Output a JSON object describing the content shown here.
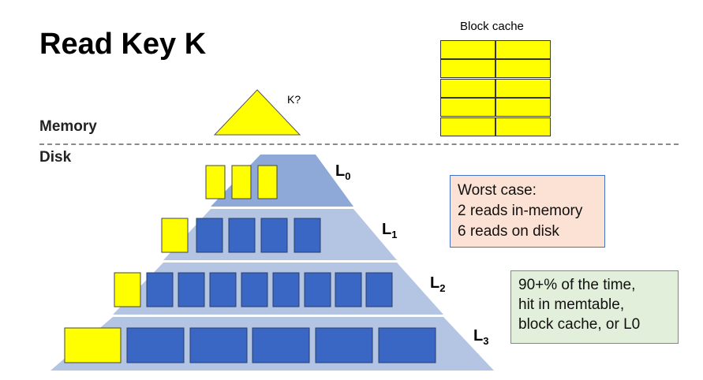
{
  "title": "Read Key K",
  "block_cache": {
    "label": "Block cache",
    "rows": 5,
    "cols": 2
  },
  "memtable": {
    "query_label": "K?"
  },
  "memory_label": "Memory",
  "disk_label": "Disk",
  "levels": [
    {
      "name": "L",
      "sub": "0",
      "yellow_blocks": 3,
      "blue_blocks": 0
    },
    {
      "name": "L",
      "sub": "1",
      "yellow_blocks": 1,
      "blue_blocks": 4
    },
    {
      "name": "L",
      "sub": "2",
      "yellow_blocks": 1,
      "blue_blocks": 8
    },
    {
      "name": "L",
      "sub": "3",
      "yellow_blocks": 1,
      "blue_blocks": 5
    }
  ],
  "worst_case": {
    "lines": [
      "Worst case:",
      "2 reads in-memory",
      "6 reads on disk"
    ]
  },
  "hit_note": {
    "lines": [
      "90+% of the time,",
      "hit in memtable,",
      "block cache, or L0"
    ]
  },
  "colors": {
    "yellow": "#ffff00",
    "blue": "#3a66c4",
    "pyramid": "#b4c5e4",
    "pyramid_top": "#8ea9d8"
  }
}
